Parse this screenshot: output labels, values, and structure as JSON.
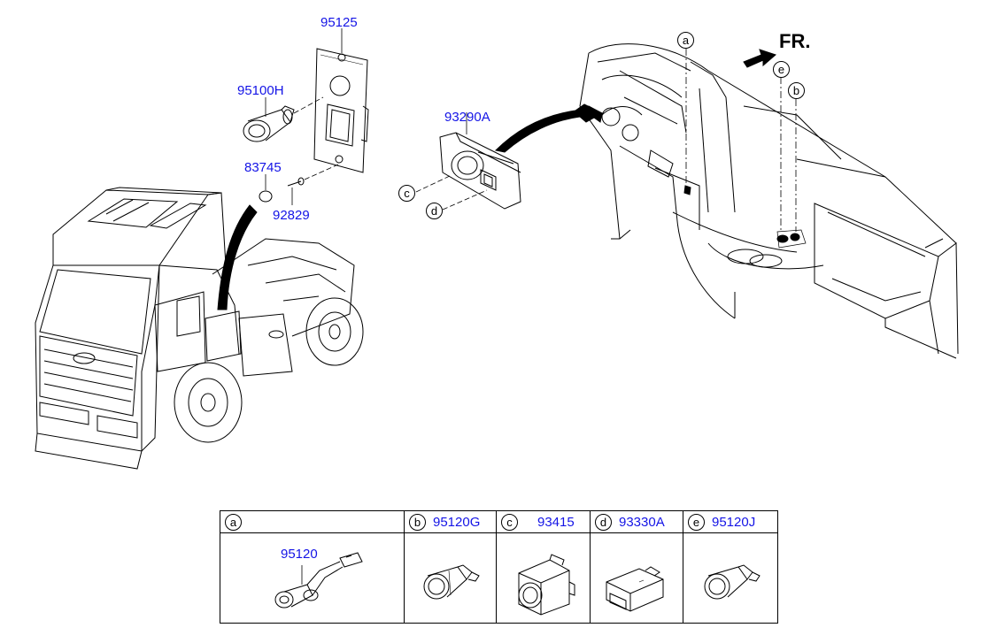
{
  "figure": {
    "direction_label": "FR."
  },
  "part_numbers": {
    "cover_plate": "95125",
    "cigar_lighter": "95100H",
    "cap": "83745",
    "screw": "92829",
    "switch_panel": "93290A"
  },
  "callouts": {
    "a": "a",
    "b": "b",
    "c": "c",
    "d": "d",
    "e": "e"
  },
  "legend": [
    {
      "letter": "a",
      "part_number": "",
      "detail_part_number": "95120"
    },
    {
      "letter": "b",
      "part_number": "95120G"
    },
    {
      "letter": "c",
      "part_number": "93415"
    },
    {
      "letter": "d",
      "part_number": "93330A"
    },
    {
      "letter": "e",
      "part_number": "95120J"
    }
  ],
  "colors": {
    "part_number_text": "#1414e6",
    "line_art": "#000000"
  }
}
